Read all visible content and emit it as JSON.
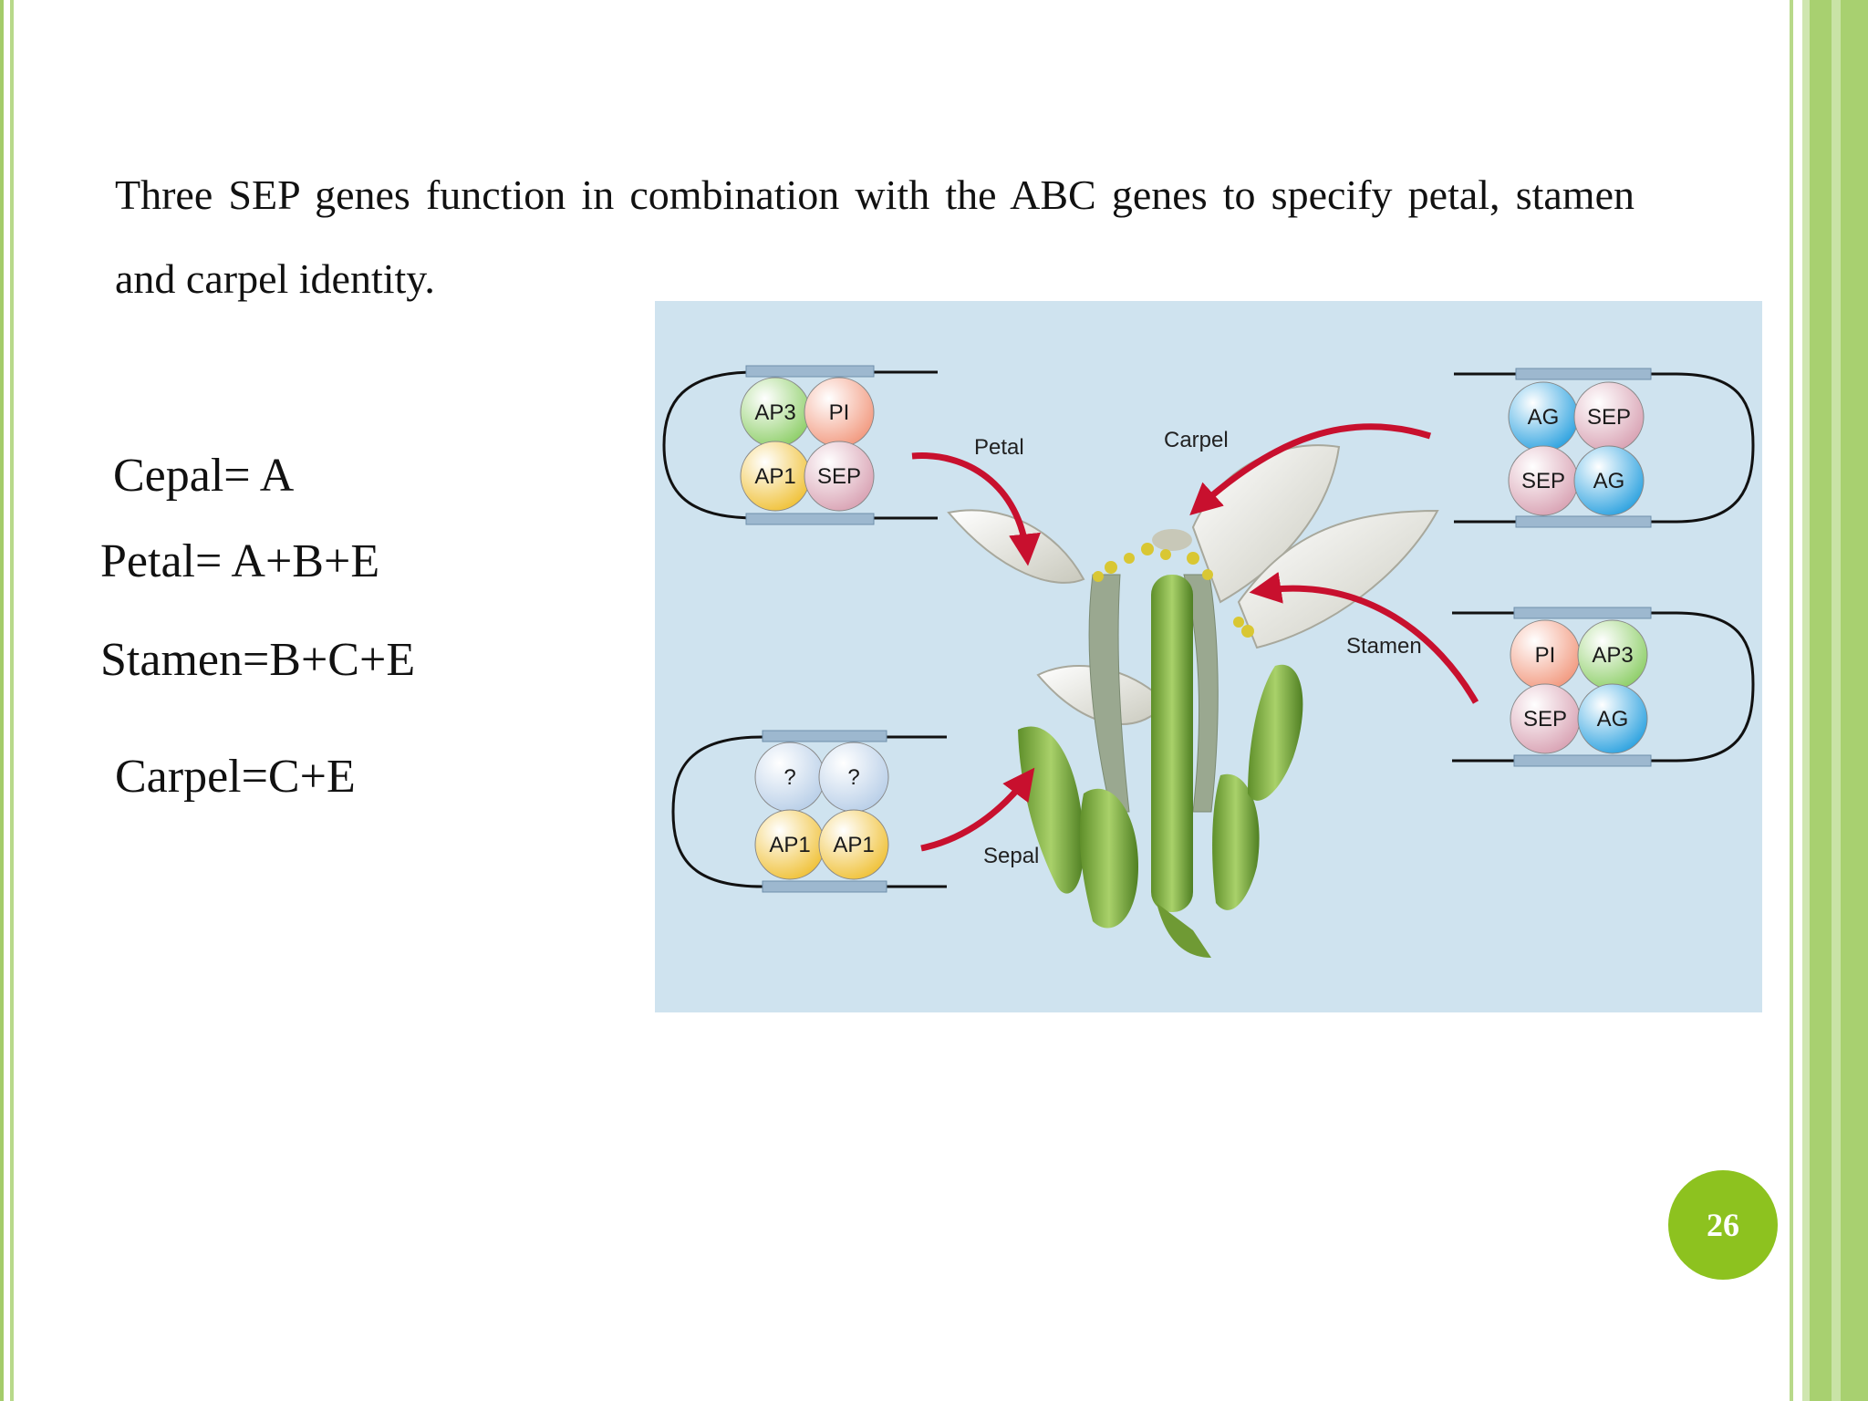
{
  "intro": "Three SEP genes function in combination with the ABC genes to specify petal, stamen and carpel identity.",
  "formulas": {
    "cepal": "Cepal= A",
    "petal": "Petal= A+B+E",
    "stamen": "Stamen=B+C+E",
    "carpel": "Carpel=C+E"
  },
  "figure": {
    "organs": {
      "petal": "Petal",
      "carpel": "Carpel",
      "stamen": "Stamen",
      "sepal": "Sepal"
    },
    "complexes": {
      "petal": [
        "AP3",
        "PI",
        "AP1",
        "SEP"
      ],
      "carpel": [
        "AG",
        "SEP",
        "SEP",
        "AG"
      ],
      "stamen": [
        "PI",
        "AP3",
        "SEP",
        "AG"
      ],
      "sepal": [
        "?",
        "?",
        "AP1",
        "AP1"
      ]
    }
  },
  "colors": {
    "accent": "#8dc21f",
    "AP3": "#8fcf6a",
    "PI": "#f29a80",
    "AP1": "#f0c23a",
    "SEP": "#d9a3b4",
    "AG": "#2fa3e0",
    "unknown": "#b9cfe8",
    "arrow": "#c8102e"
  },
  "page_number": "26"
}
